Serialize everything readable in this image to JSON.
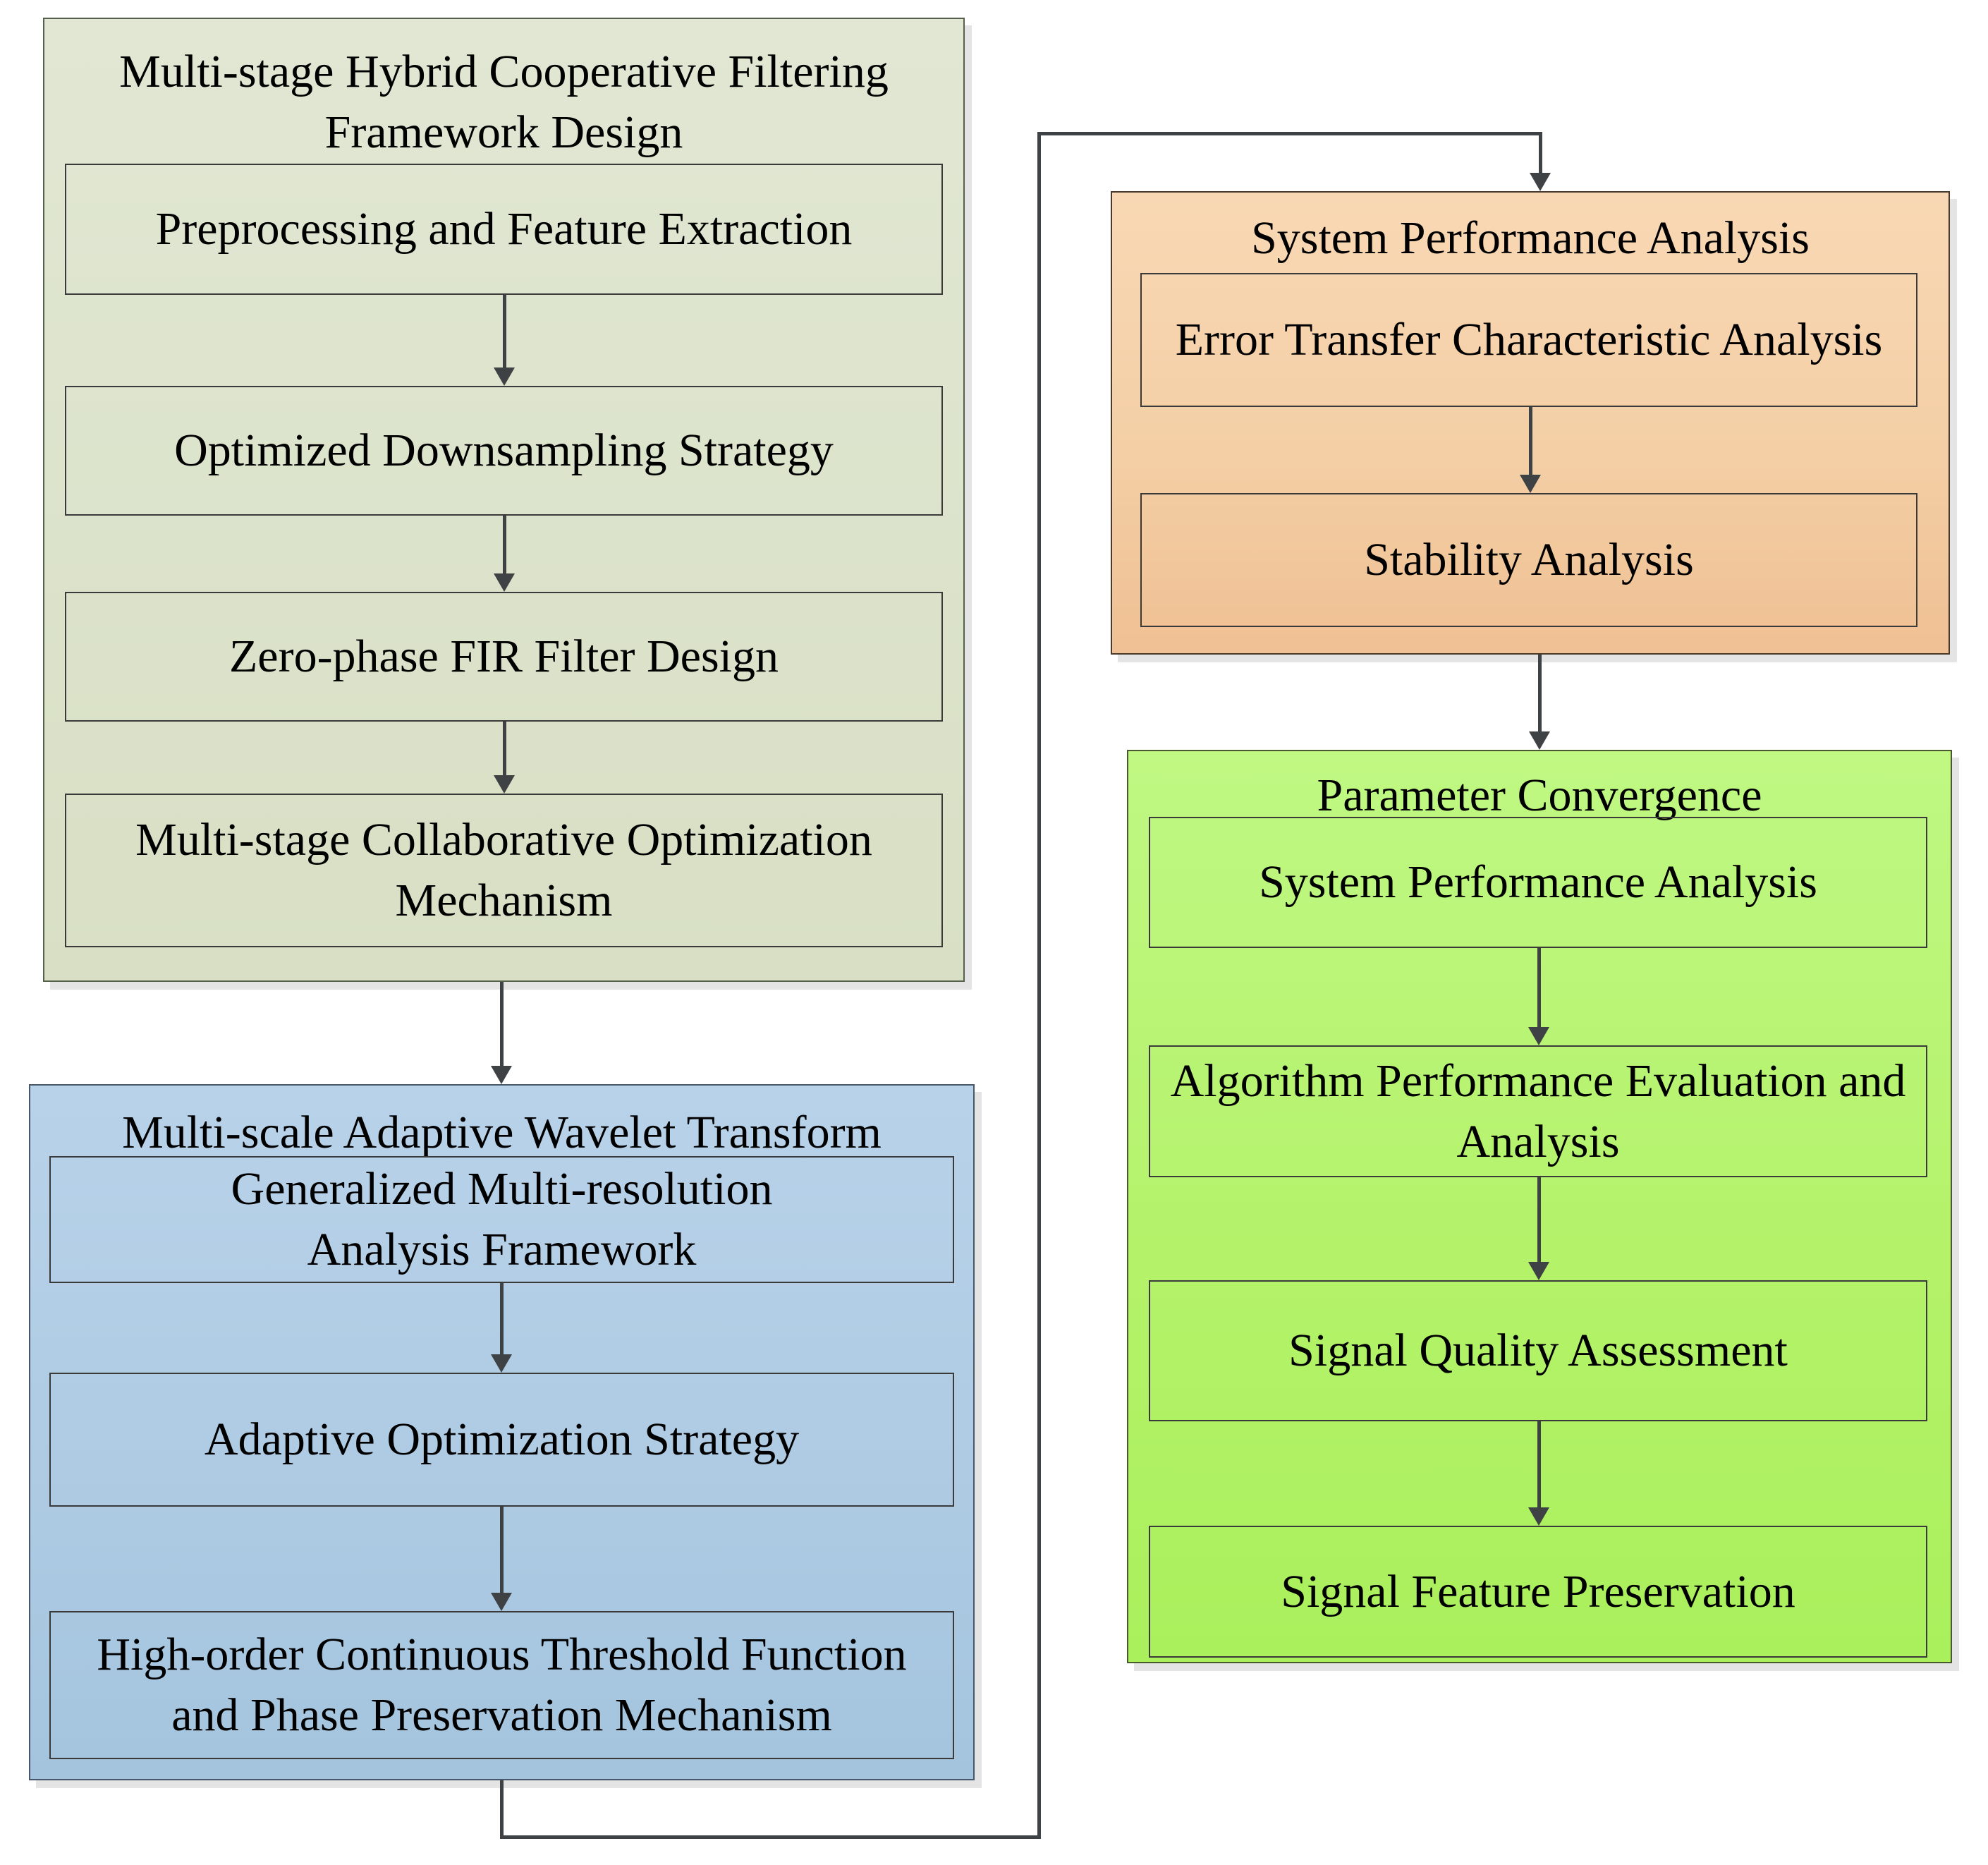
{
  "diagram": {
    "type": "flowchart",
    "blocks": [
      {
        "id": "filtering-framework",
        "title_lines": [
          "Multi-stage Hybrid Cooperative Filtering",
          "Framework Design"
        ],
        "fill": "#dce3cb",
        "items": [
          {
            "lines": [
              "Preprocessing and Feature Extraction"
            ]
          },
          {
            "lines": [
              "Optimized Downsampling Strategy"
            ]
          },
          {
            "lines": [
              "Zero-phase FIR Filter Design"
            ]
          },
          {
            "lines": [
              "Multi-stage Collaborative Optimization",
              "Mechanism"
            ]
          }
        ]
      },
      {
        "id": "wavelet-transform",
        "title_lines": [
          "Multi-scale Adaptive Wavelet Transform"
        ],
        "fill": "#aecbe3",
        "items": [
          {
            "lines": [
              "Generalized Multi-resolution",
              "Analysis Framework"
            ]
          },
          {
            "lines": [
              "Adaptive Optimization Strategy"
            ]
          },
          {
            "lines": [
              "High-order Continuous Threshold Function",
              "and Phase Preservation Mechanism"
            ]
          }
        ]
      },
      {
        "id": "system-performance",
        "title_lines": [
          "System Performance Analysis"
        ],
        "fill": "#f4cfa6",
        "items": [
          {
            "lines": [
              "Error Transfer Characteristic Analysis"
            ]
          },
          {
            "lines": [
              "Stability Analysis"
            ]
          }
        ]
      },
      {
        "id": "parameter-convergence",
        "title_lines": [
          "Parameter Convergence"
        ],
        "fill": "#b4f26a",
        "items": [
          {
            "lines": [
              "System Performance Analysis"
            ]
          },
          {
            "lines": [
              "Algorithm Performance Evaluation and",
              "Analysis"
            ]
          },
          {
            "lines": [
              "Signal Quality Assessment"
            ]
          },
          {
            "lines": [
              "Signal Feature Preservation"
            ]
          }
        ]
      }
    ],
    "connections": [
      {
        "from": "filtering-framework",
        "to": "wavelet-transform",
        "style": "straight-arrow-down"
      },
      {
        "from": "wavelet-transform",
        "to": "system-performance",
        "style": "orthogonal-down-right-up-right-arrow"
      },
      {
        "from": "system-performance",
        "to": "parameter-convergence",
        "style": "straight-arrow-down"
      }
    ],
    "colors": {
      "arrow": "#3f4245",
      "shadow": "#e4e4e4",
      "sub_box_border": "#3a3a3a",
      "olive_fill": "#dce3cb",
      "blue_fill": "#aecbe3",
      "orange_fill": "#f4cfa6",
      "green_fill": "#b4f26a"
    }
  }
}
